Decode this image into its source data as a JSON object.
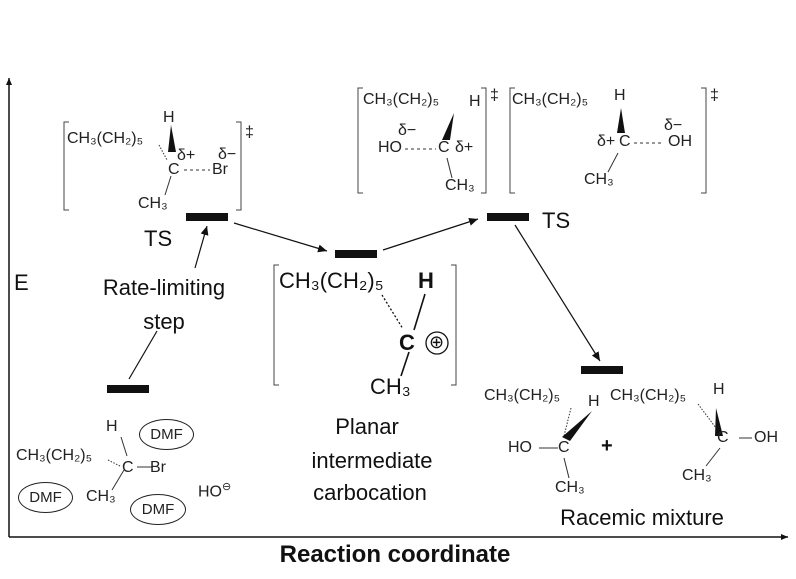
{
  "axes": {
    "y_label": "E",
    "x_label": "Reaction coordinate"
  },
  "states": {
    "reactant": {
      "solvent": [
        "DMF",
        "DMF",
        "DMF"
      ],
      "nucleophile": "HO",
      "charge": "⊖"
    },
    "ts1": {
      "label": "TS",
      "dagger": "‡",
      "partial_pos": "δ+",
      "partial_neg": "δ−",
      "group": "CH₃(CH₂)₅",
      "atoms": [
        "H",
        "C",
        "Br",
        "CH₃"
      ]
    },
    "rate_step": {
      "line1": "Rate-limiting",
      "line2": "step"
    },
    "intermediate": {
      "group": "CH₃(CH₂)₅",
      "atoms": [
        "H",
        "C",
        "CH₃"
      ],
      "charge": "⊕",
      "caption": [
        "Planar",
        "intermediate",
        "carbocation"
      ]
    },
    "ts2": {
      "label": "TS",
      "dagger": "‡",
      "partial_pos": "δ+",
      "partial_neg": "δ−",
      "atoms": [
        "HO",
        "OH"
      ]
    },
    "product": {
      "caption": "Racemic mixture",
      "plus": "+",
      "atoms": [
        "HO",
        "OH"
      ]
    }
  },
  "colors": {
    "ink": "#111111"
  }
}
